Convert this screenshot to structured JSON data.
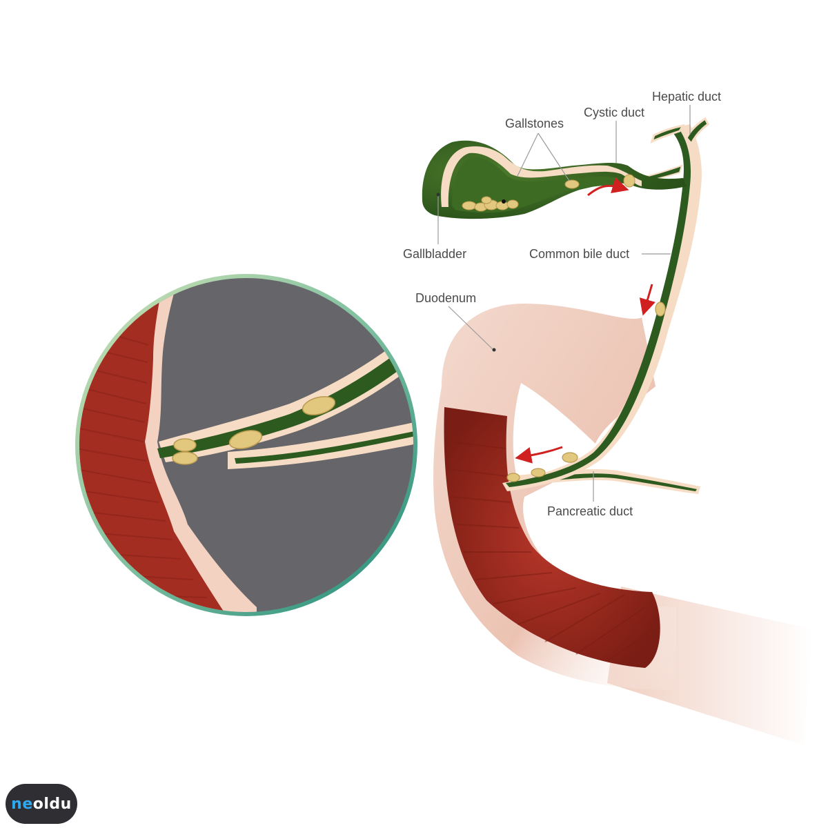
{
  "labels": {
    "hepatic_duct": "Hepatic duct",
    "cystic_duct": "Cystic duct",
    "gallstones": "Gallstones",
    "gallbladder": "Gallbladder",
    "common_bile_duct": "Common bile duct",
    "duodenum": "Duodenum",
    "pancreatic_duct": "Pancreatic duct"
  },
  "logo": {
    "prefix": "ne",
    "suffix": "oldu",
    "text": "neoldu"
  },
  "colors": {
    "bile_green": "#2d5a1e",
    "duct_wall": "#f6dcc4",
    "intestine_red": "#9a2a1e",
    "intestine_outer": "#f1d1c2",
    "stone_yellow": "#e2c77e",
    "arrow_red": "#d02020",
    "zoom_bg": "#666569",
    "zoom_ring": "#5fae8c"
  }
}
